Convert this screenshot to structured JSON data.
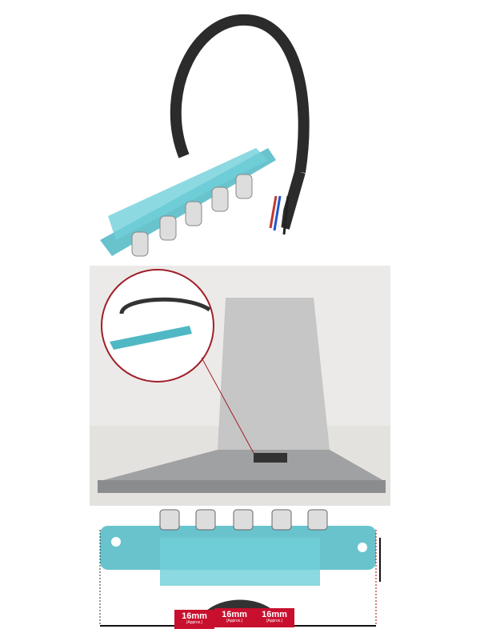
{
  "dimensions": [
    {
      "value": "16mm",
      "note": "(Approx.)"
    },
    {
      "value": "16mm",
      "note": "(Approx.)"
    },
    {
      "value": "16mm",
      "note": "(Approx.)"
    }
  ],
  "colors": {
    "housing": "#4fb8c4",
    "label": "#c8102e",
    "cable": "#2b2b2b"
  }
}
